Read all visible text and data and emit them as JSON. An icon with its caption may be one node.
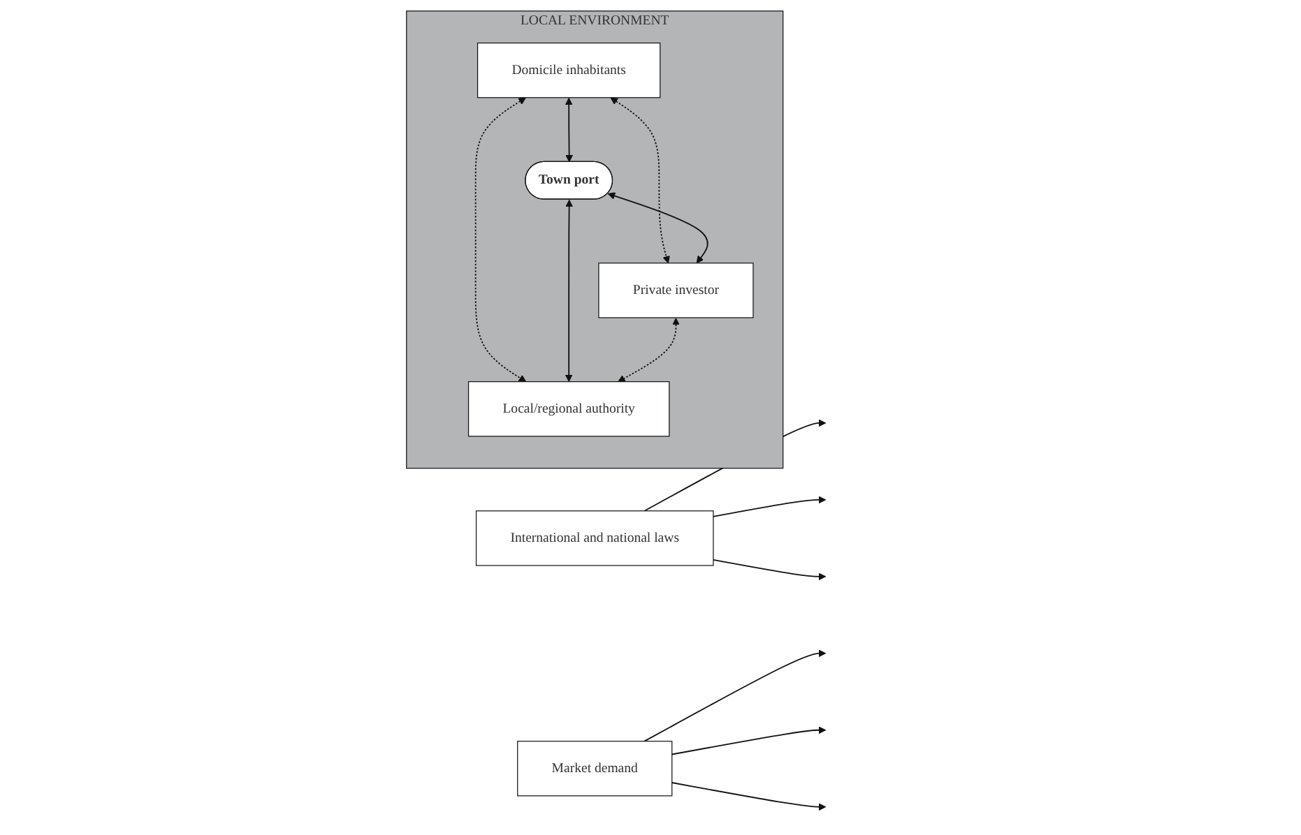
{
  "diagram": {
    "nodes": [
      {
        "text": [
          "LOCAL ENVIRONMENT"
        ]
      },
      {
        "text": [
          "Domicile inhabitants"
        ],
        "in": 0
      },
      {
        "text": [
          "Town port"
        ],
        "in": 0
      },
      {
        "text": [
          "Private investor"
        ],
        "in": 0
      },
      {
        "text": [
          "Local/regional authority"
        ],
        "in": 0
      },
      {
        "text": [
          "International and national laws"
        ]
      },
      {
        "text": [
          "Market demand"
        ]
      }
    ],
    "edges": [
      {
        "from": 1,
        "to": 2,
        "arrow": "both"
      },
      {
        "from": 1,
        "to": 3,
        "arrow": "both",
        "style": "dashed"
      },
      {
        "from": 1,
        "to": 4,
        "arrow": "both",
        "style": "dashed"
      },
      {
        "from": 2,
        "to": 3,
        "arrow": "both"
      },
      {
        "from": 2,
        "to": 4,
        "arrow": "both"
      },
      {
        "from": 3,
        "to": 4,
        "arrow": "both",
        "style": "dashed"
      },
      {
        "from": 5,
        "to": null,
        "arrow": "to"
      },
      {
        "from": 5,
        "to": null,
        "arrow": "to"
      },
      {
        "from": 5,
        "to": null,
        "arrow": "to"
      },
      {
        "from": 6,
        "to": null,
        "arrow": "to"
      },
      {
        "from": 6,
        "to": null,
        "arrow": "to"
      },
      {
        "from": 6,
        "to": null,
        "arrow": "to"
      }
    ]
  }
}
